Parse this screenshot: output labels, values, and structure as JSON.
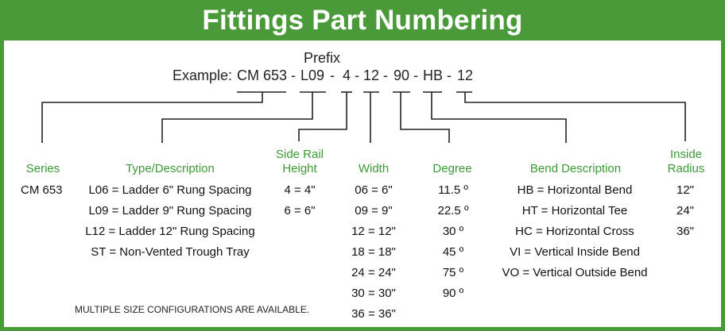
{
  "title": "Fittings Part Numbering",
  "example": {
    "prefix_label": "Prefix",
    "label": "Example:",
    "parts": {
      "series": "CM 653",
      "type": "L09",
      "side_rail": "4",
      "width": "12",
      "degree": "90",
      "bend": "HB",
      "radius": "12"
    },
    "separator": "-"
  },
  "columns": {
    "series": {
      "header": "Series",
      "values": [
        "CM 653"
      ]
    },
    "type": {
      "header": "Type/Description",
      "values": [
        "L06 = Ladder 6\"  Rung Spacing",
        "L09 = Ladder 9\" Rung Spacing",
        "L12 = Ladder 12\" Rung Spacing",
        "ST = Non-Vented Trough Tray"
      ]
    },
    "side_rail": {
      "header_line1": "Side Rail",
      "header_line2": "Height",
      "values": [
        "4 = 4\"",
        "6 = 6\""
      ]
    },
    "width": {
      "header": "Width",
      "values": [
        "06 = 6\"",
        "09 = 9\"",
        "12 = 12\"",
        "18 = 18\"",
        "24 = 24\"",
        "30 = 30\"",
        "36 = 36\""
      ]
    },
    "degree": {
      "header": "Degree",
      "values": [
        "11.5 º",
        "22.5 º",
        "30 º",
        "45 º",
        "75 º",
        "90 º"
      ]
    },
    "bend": {
      "header": "Bend Description",
      "values": [
        "HB = Horizontal Bend",
        "HT = Horizontal Tee",
        "HC = Horizontal Cross",
        "VI = Vertical Inside Bend",
        "VO = Vertical Outside Bend"
      ]
    },
    "radius": {
      "header_line1": "Inside",
      "header_line2": "Radius",
      "values": [
        "12\"",
        "24\"",
        "36\""
      ]
    }
  },
  "note": "MULTIPLE SIZE CONFIGURATIONS ARE AVAILABLE.",
  "colors": {
    "brand_green": "#4a9a3a",
    "header_green": "#3c9a35",
    "text": "#111111",
    "line": "#222222"
  }
}
